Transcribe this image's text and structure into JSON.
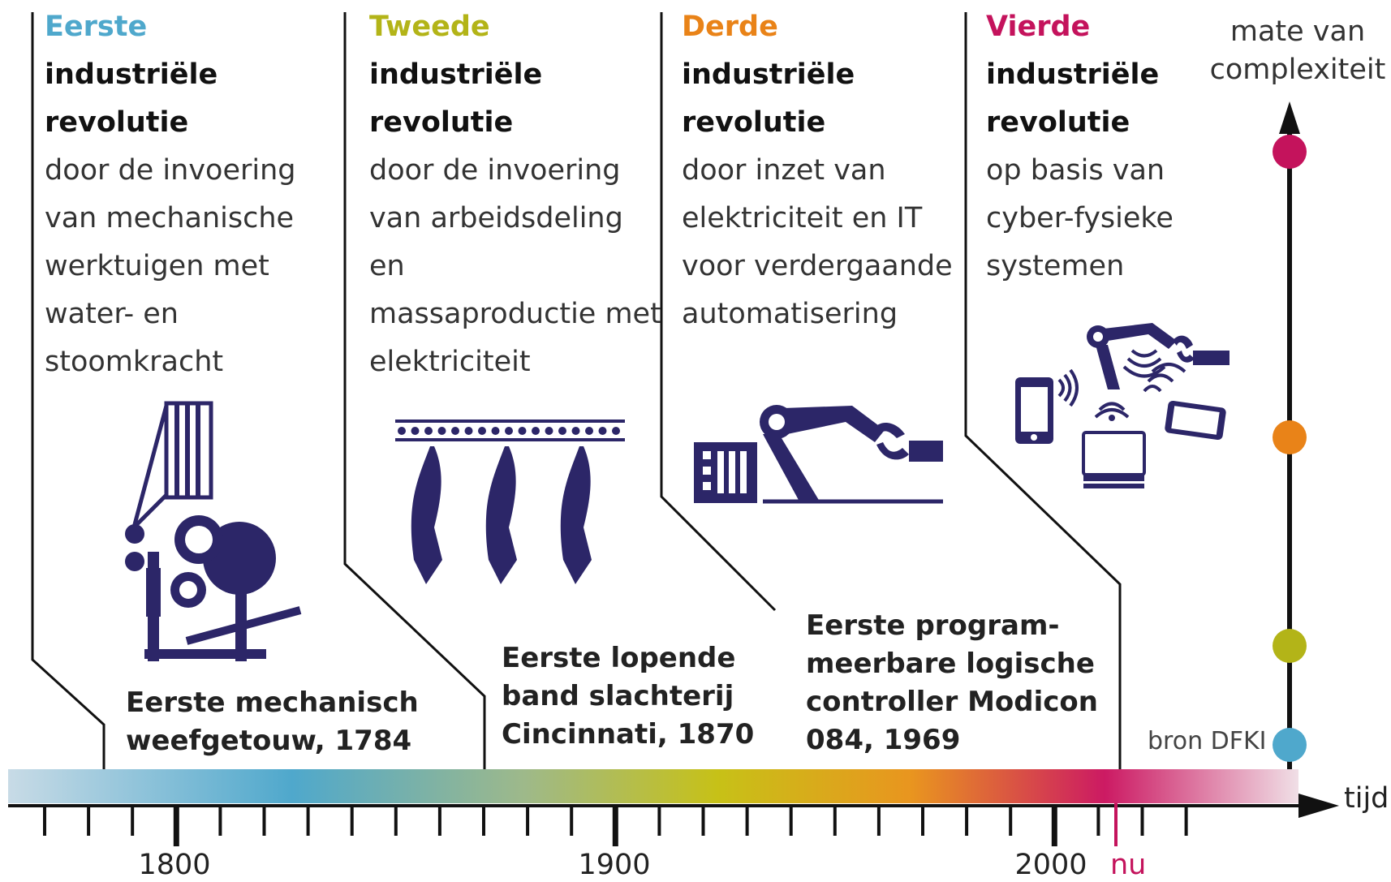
{
  "revolutions": [
    {
      "ordinal": "Eerste",
      "title_line1": "industriële",
      "title_line2": "revolutie",
      "description": [
        "door de invoering",
        "van mechanische",
        "werktuigen met",
        "water- en",
        "stoomkracht"
      ],
      "color": "#4fa8cc",
      "caption": [
        "Eerste mechanisch",
        "weefgetouw, 1784"
      ],
      "icon": "loom-icon"
    },
    {
      "ordinal": "Tweede",
      "title_line1": "industriële",
      "title_line2": "revolutie",
      "description": [
        "door de invoering",
        "van arbeidsdeling en",
        "massaproductie met",
        "elektriciteit"
      ],
      "color": "#b3b418",
      "caption": [
        "Eerste lopende",
        "band slachterij",
        "Cincinnati, 1870"
      ],
      "icon": "conveyor-icon"
    },
    {
      "ordinal": "Derde",
      "title_line1": "industriële",
      "title_line2": "revolutie",
      "description": [
        "door inzet van",
        "elektriciteit en IT",
        "voor verdergaande",
        "automatisering"
      ],
      "color": "#e98318",
      "caption": [
        "Eerste program-",
        "meerbare logische",
        "controller Modicon",
        "084, 1969"
      ],
      "icon": "robot-arm-icon"
    },
    {
      "ordinal": "Vierde",
      "title_line1": "industriële",
      "title_line2": "revolutie",
      "description": [
        "op basis van",
        "cyber-fysieke",
        "systemen"
      ],
      "color": "#c4135c",
      "caption": [],
      "icon": "cyber-physical-icon"
    }
  ],
  "complexity_axis": {
    "title": [
      "mate van",
      "complexiteit"
    ],
    "levels": [
      "#4fa8cc",
      "#b3b418",
      "#e98318",
      "#c4135c"
    ]
  },
  "time_axis": {
    "label": "tijd",
    "years": [
      "1800",
      "1900",
      "2000"
    ],
    "now_label": "nu",
    "now_color": "#c4135c"
  },
  "source": "bron DFKI",
  "colors": {
    "ink": "#2c2668",
    "line": "#111111"
  }
}
